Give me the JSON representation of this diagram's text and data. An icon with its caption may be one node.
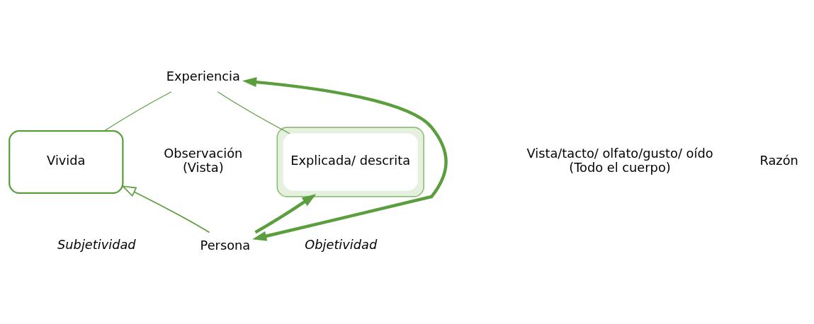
{
  "diagram": {
    "nodes": [
      {
        "text": [
          "Experiencia"
        ]
      },
      {
        "text": [
          "Vivida"
        ]
      },
      {
        "text": [],
        "shape": "ellipse"
      },
      {
        "text": [
          "Explicada/ descrita"
        ],
        "in": 2
      },
      {
        "text": [
          "Persona"
        ]
      }
    ],
    "edges": [
      {
        "from": 0,
        "to": 1,
        "arrow": "none"
      },
      {
        "from": 0,
        "to": 3,
        "arrow": "none"
      },
      {
        "from": 4,
        "to": 0,
        "arrow": "both",
        "style": "thick"
      },
      {
        "from": 4,
        "to": 1,
        "arrow": "to"
      },
      {
        "from": 4,
        "to": 2,
        "arrow": "to",
        "style": "thick"
      }
    ],
    "labels": [
      "Vista/tacto/ olfato/gusto/ oído (Todo el cuerpo)",
      "Observación (Vista)",
      "Razón",
      "Subjetividad",
      "Objetividad"
    ]
  }
}
